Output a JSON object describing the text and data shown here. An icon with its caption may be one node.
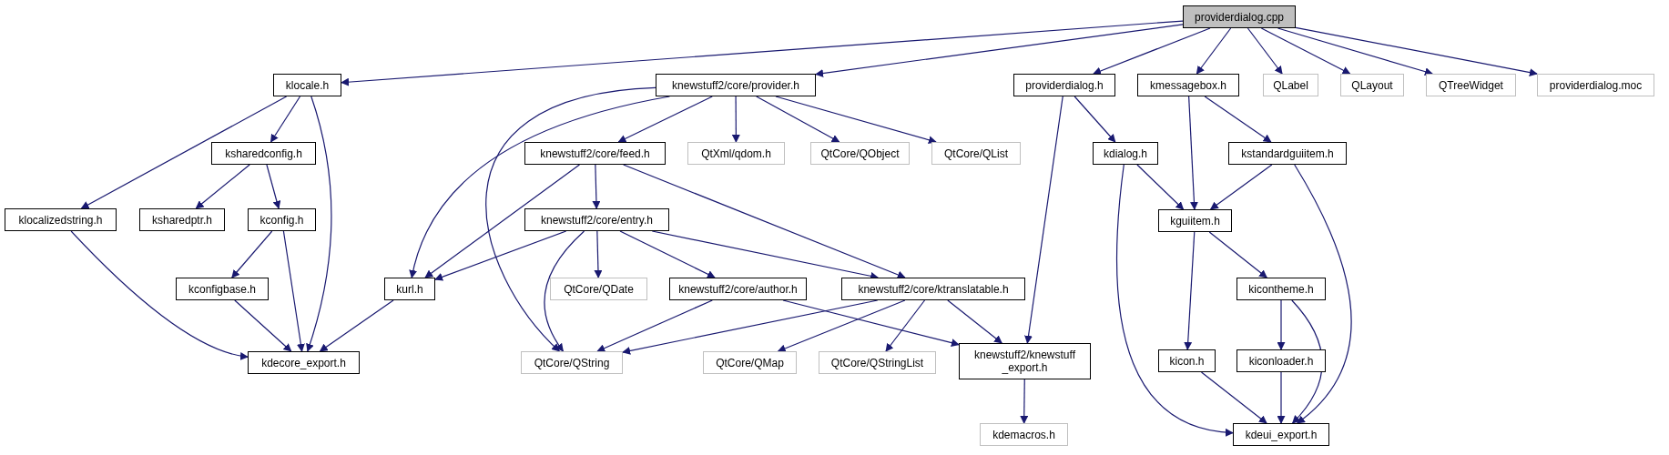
{
  "diagram": {
    "nodes": [
      {
        "text": [
          "providerdialog.cpp"
        ]
      },
      {
        "text": [
          "klocale.h"
        ]
      },
      {
        "text": [
          "knewstuff2/core/provider.h"
        ]
      },
      {
        "text": [
          "providerdialog.h"
        ]
      },
      {
        "text": [
          "kmessagebox.h"
        ]
      },
      {
        "text": [
          "QLabel"
        ]
      },
      {
        "text": [
          "QLayout"
        ]
      },
      {
        "text": [
          "QTreeWidget"
        ]
      },
      {
        "text": [
          "providerdialog.moc"
        ]
      },
      {
        "text": [
          "ksharedconfig.h"
        ]
      },
      {
        "text": [
          "knewstuff2/core/feed.h"
        ]
      },
      {
        "text": [
          "QtXml/qdom.h"
        ]
      },
      {
        "text": [
          "QtCore/QObject"
        ]
      },
      {
        "text": [
          "QtCore/QList"
        ]
      },
      {
        "text": [
          "kdialog.h"
        ]
      },
      {
        "text": [
          "kstandardguiitem.h"
        ]
      },
      {
        "text": [
          "klocalizedstring.h"
        ]
      },
      {
        "text": [
          "ksharedptr.h"
        ]
      },
      {
        "text": [
          "kconfig.h"
        ]
      },
      {
        "text": [
          "knewstuff2/core/entry.h"
        ]
      },
      {
        "text": [
          "kguiitem.h"
        ]
      },
      {
        "text": [
          "kconfigbase.h"
        ]
      },
      {
        "text": [
          "kurl.h"
        ]
      },
      {
        "text": [
          "QtCore/QDate"
        ]
      },
      {
        "text": [
          "knewstuff2/core/author.h"
        ]
      },
      {
        "text": [
          "knewstuff2/core/ktranslatable.h"
        ]
      },
      {
        "text": [
          "kicontheme.h"
        ]
      },
      {
        "text": [
          "kdecore_export.h"
        ]
      },
      {
        "text": [
          "QtCore/QString"
        ]
      },
      {
        "text": [
          "QtCore/QMap"
        ]
      },
      {
        "text": [
          "QtCore/QStringList"
        ]
      },
      {
        "text": [
          "knewstuff2/knewstuff _export.h"
        ]
      },
      {
        "text": [
          "kicon.h"
        ]
      },
      {
        "text": [
          "kiconloader.h"
        ]
      },
      {
        "text": [
          "kdemacros.h"
        ]
      },
      {
        "text": [
          "kdeui_export.h"
        ]
      }
    ],
    "edges": [
      {
        "from": 0,
        "to": 1,
        "arrow": "to"
      },
      {
        "from": 0,
        "to": 2,
        "arrow": "to"
      },
      {
        "from": 0,
        "to": 3,
        "arrow": "to"
      },
      {
        "from": 0,
        "to": 4,
        "arrow": "to"
      },
      {
        "from": 0,
        "to": 5,
        "arrow": "to"
      },
      {
        "from": 0,
        "to": 6,
        "arrow": "to"
      },
      {
        "from": 0,
        "to": 7,
        "arrow": "to"
      },
      {
        "from": 0,
        "to": 8,
        "arrow": "to"
      },
      {
        "from": 1,
        "to": 16,
        "arrow": "to"
      },
      {
        "from": 1,
        "to": 9,
        "arrow": "to"
      },
      {
        "from": 1,
        "to": 27,
        "arrow": "to"
      },
      {
        "from": 2,
        "to": 22,
        "arrow": "to"
      },
      {
        "from": 2,
        "to": 28,
        "arrow": "to"
      },
      {
        "from": 2,
        "to": 10,
        "arrow": "to"
      },
      {
        "from": 2,
        "to": 11,
        "arrow": "to"
      },
      {
        "from": 2,
        "to": 12,
        "arrow": "to"
      },
      {
        "from": 2,
        "to": 13,
        "arrow": "to"
      },
      {
        "from": 3,
        "to": 14,
        "arrow": "to"
      },
      {
        "from": 3,
        "to": 31,
        "arrow": "to"
      },
      {
        "from": 4,
        "to": 20,
        "arrow": "to"
      },
      {
        "from": 4,
        "to": 15,
        "arrow": "to"
      },
      {
        "from": 9,
        "to": 17,
        "arrow": "to"
      },
      {
        "from": 9,
        "to": 18,
        "arrow": "to"
      },
      {
        "from": 10,
        "to": 22,
        "arrow": "to"
      },
      {
        "from": 10,
        "to": 19,
        "arrow": "to"
      },
      {
        "from": 10,
        "to": 25,
        "arrow": "to"
      },
      {
        "from": 14,
        "to": 20,
        "arrow": "to"
      },
      {
        "from": 14,
        "to": 35,
        "arrow": "to"
      },
      {
        "from": 15,
        "to": 20,
        "arrow": "to"
      },
      {
        "from": 15,
        "to": 35,
        "arrow": "to"
      },
      {
        "from": 16,
        "to": 27,
        "arrow": "to"
      },
      {
        "from": 18,
        "to": 21,
        "arrow": "to"
      },
      {
        "from": 18,
        "to": 27,
        "arrow": "to"
      },
      {
        "from": 19,
        "to": 22,
        "arrow": "to"
      },
      {
        "from": 19,
        "to": 28,
        "arrow": "to"
      },
      {
        "from": 19,
        "to": 23,
        "arrow": "to"
      },
      {
        "from": 19,
        "to": 24,
        "arrow": "to"
      },
      {
        "from": 19,
        "to": 25,
        "arrow": "to"
      },
      {
        "from": 20,
        "to": 32,
        "arrow": "to"
      },
      {
        "from": 20,
        "to": 26,
        "arrow": "to"
      },
      {
        "from": 21,
        "to": 27,
        "arrow": "to"
      },
      {
        "from": 22,
        "to": 27,
        "arrow": "to"
      },
      {
        "from": 24,
        "to": 28,
        "arrow": "to"
      },
      {
        "from": 24,
        "to": 31,
        "arrow": "to"
      },
      {
        "from": 25,
        "to": 28,
        "arrow": "to"
      },
      {
        "from": 25,
        "to": 29,
        "arrow": "to"
      },
      {
        "from": 25,
        "to": 30,
        "arrow": "to"
      },
      {
        "from": 25,
        "to": 31,
        "arrow": "to"
      },
      {
        "from": 26,
        "to": 33,
        "arrow": "to"
      },
      {
        "from": 26,
        "to": 35,
        "arrow": "to"
      },
      {
        "from": 31,
        "to": 34,
        "arrow": "to"
      },
      {
        "from": 32,
        "to": 35,
        "arrow": "to"
      },
      {
        "from": 33,
        "to": 35,
        "arrow": "to"
      }
    ]
  }
}
